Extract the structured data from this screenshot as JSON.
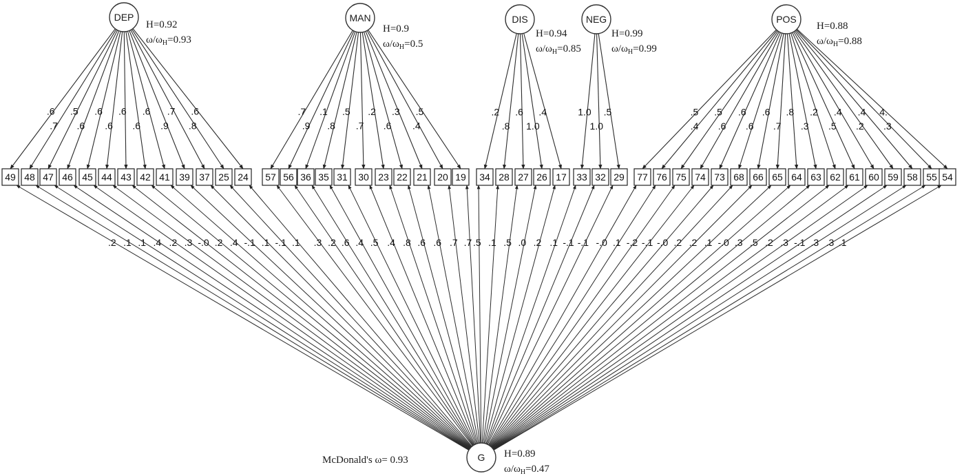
{
  "diagram": {
    "type": "bifactor-model",
    "general_factor": {
      "label": "G",
      "H": "H=0.89",
      "omega_ratio_prefix": "ω/ω",
      "omega_ratio_sub": "H",
      "omega_ratio_value": "=0.47",
      "mcdonald": "McDonald's ω= 0.93"
    },
    "factors": [
      {
        "id": "DEP",
        "label": "DEP",
        "H": "H=0.92",
        "omega_ratio_value": "=0.93",
        "items": [
          "49",
          "48",
          "47",
          "46",
          "45",
          "44",
          "43",
          "42",
          "41",
          "39",
          "37",
          "25",
          "24"
        ],
        "loadings": [
          ".6",
          ".7",
          ".5",
          ".6",
          ".6",
          ".6",
          ".6",
          ".6",
          ".6",
          ".9",
          ".7",
          ".8",
          ".6"
        ]
      },
      {
        "id": "MAN",
        "label": "MAN",
        "H": "H=0.9",
        "omega_ratio_value": "=0.5",
        "items": [
          "57",
          "56",
          "36",
          "35",
          "31",
          "30",
          "23",
          "22",
          "21",
          "20",
          "19"
        ],
        "loadings": [
          ".7",
          ".9",
          ".1",
          ".8",
          ".5",
          ".7",
          ".2",
          ".6",
          ".3",
          ".4",
          ".5"
        ]
      },
      {
        "id": "DIS",
        "label": "DIS",
        "H": "H=0.94",
        "omega_ratio_value": "=0.85",
        "items": [
          "34",
          "28",
          "27",
          "26",
          "17"
        ],
        "loadings": [
          ".2",
          ".8",
          ".6",
          "1.0",
          ".4"
        ]
      },
      {
        "id": "NEG",
        "label": "NEG",
        "H": "H=0.99",
        "omega_ratio_value": "=0.99",
        "items": [
          "33",
          "32",
          "29"
        ],
        "loadings": [
          "1.0",
          "1.0",
          ".5"
        ]
      },
      {
        "id": "POS",
        "label": "POS",
        "H": "H=0.88",
        "omega_ratio_value": "=0.88",
        "items": [
          "77",
          "76",
          "75",
          "74",
          "73",
          "68",
          "66",
          "65",
          "64",
          "63",
          "62",
          "61",
          "60",
          "59",
          "58",
          "55",
          "54"
        ],
        "loadings": [
          ".5",
          ".4",
          ".5",
          ".6",
          ".6",
          ".6",
          ".6",
          ".7",
          ".8",
          ".3",
          ".2",
          ".5",
          ".4",
          ".2",
          ".4",
          ".3",
          "4."
        ]
      }
    ],
    "g_loadings": [
      ".2",
      ".1",
      ".1",
      ".4",
      ".2",
      ".3",
      "-.0",
      ".2",
      ".4",
      "-.1",
      ".1",
      "-.1",
      ".1",
      ".3",
      ".2",
      ".6",
      ".4",
      ".5",
      ".4",
      ".8",
      ".6",
      ".6",
      ".7",
      ".7",
      ".5",
      ".1",
      ".5",
      ".0",
      ".2",
      ".1",
      "-.1",
      "-.1",
      "-.0",
      ".1",
      "-.2",
      "-.1",
      "-.0",
      ".2",
      ".2",
      ".1",
      "-.0",
      ".3",
      ".5",
      ".2",
      ".3",
      "-.1",
      ".3",
      ".3",
      ".1"
    ]
  }
}
